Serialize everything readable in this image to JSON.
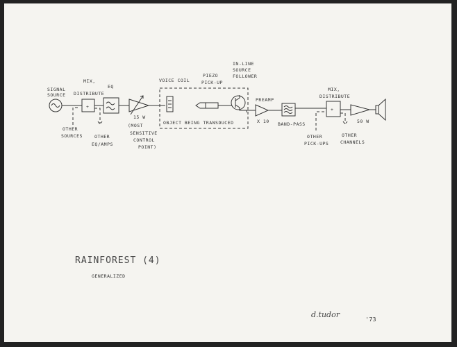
{
  "diagram": {
    "signal_source": [
      "SIGNAL",
      "SOURCE"
    ],
    "mix1": [
      "MIX,",
      "DISTRIBUTE"
    ],
    "other_sources": [
      "OTHER",
      "SOURCES"
    ],
    "other_eq": [
      "OTHER",
      "EQ/AMPS"
    ],
    "eq": "EQ",
    "amp1": "15 W",
    "amp1_note": [
      "(MOST",
      "SENSITIVE",
      "CONTROL",
      "POINT)"
    ],
    "voice_coil": "VOICE COIL",
    "piezo": [
      "PIEZO",
      "PICK-UP"
    ],
    "follower": [
      "IN-LINE",
      "SOURCE",
      "FOLLOWER"
    ],
    "object": "OBJECT BEING TRANSDUCED",
    "preamp": "PREAMP",
    "preamp_gain": "X 10",
    "bandpass": "BAND-PASS",
    "other_pickups": [
      "OTHER",
      "PICK-UPS"
    ],
    "mix2": [
      "MIX,",
      "DISTRIBUTE"
    ],
    "other_channels": [
      "OTHER",
      "CHANNELS"
    ],
    "amp2": "50 W",
    "mix_symbol": "+"
  },
  "title": "RAINFOREST (4)",
  "subtitle": "GENERALIZED",
  "signature": "d.tudor",
  "year": "'73"
}
